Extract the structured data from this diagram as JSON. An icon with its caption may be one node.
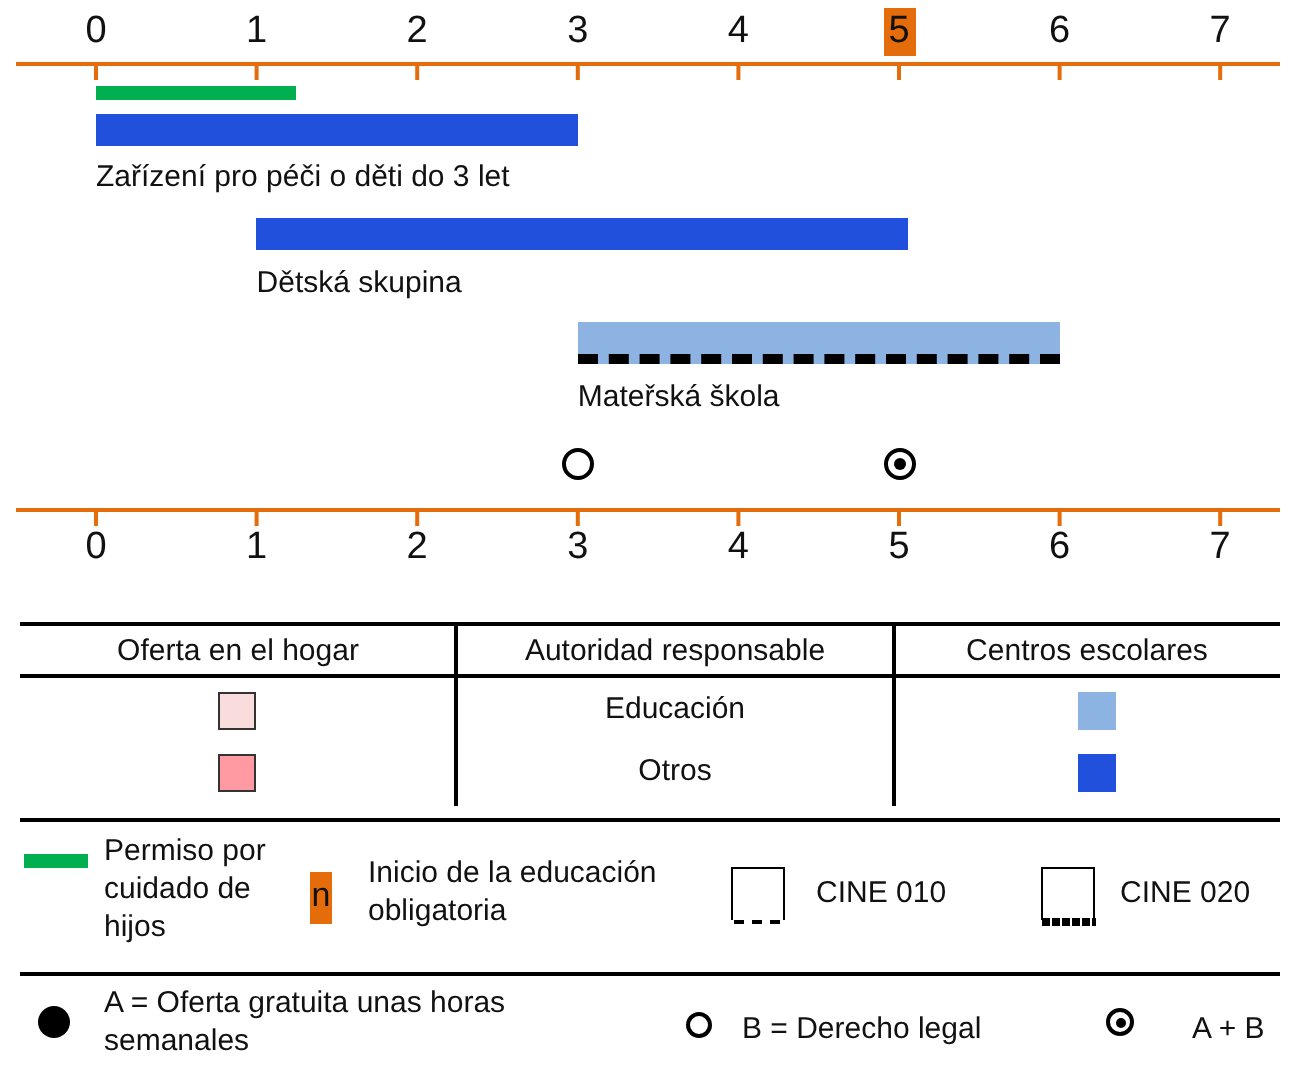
{
  "diagram": {
    "nodes": [
      {
        "text": [],
        "shape": "bar"
      },
      {
        "text": [],
        "shape": "bar",
        "beside": [
          "Zařízení pro péči o děti do 3 let"
        ]
      },
      {
        "text": [],
        "shape": "bar",
        "beside": [
          "Dětská skupina"
        ]
      },
      {
        "text": [],
        "shape": "bar",
        "beside": [
          "Mateřská škola"
        ]
      },
      {
        "text": [],
        "shape": "circle"
      },
      {
        "text": [],
        "shape": "circle"
      }
    ],
    "edges": [],
    "labels": [
      "0",
      "1",
      "2",
      "3",
      "4",
      "5",
      "6",
      "7",
      "0",
      "1",
      "2",
      "3",
      "4",
      "5",
      "6",
      "7",
      "Oferta en el hogar",
      "Autoridad responsable",
      "Centros escolares",
      "Educación",
      "Otros",
      "n"
    ],
    "legend": [
      {
        "text": "Permiso por cuidado de hijos",
        "color": "#00b050"
      },
      {
        "text": "Inicio de la educación obligatoria",
        "color": "#e46c0a"
      },
      {
        "text": "CINE 010"
      },
      {
        "text": "CINE 020"
      },
      {
        "text": "A = Oferta gratuita unas horas semanales"
      },
      {
        "text": "B = Derecho legal"
      },
      {
        "text": "A + B"
      }
    ]
  }
}
